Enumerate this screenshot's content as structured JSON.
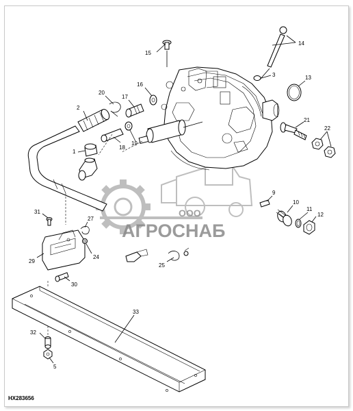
{
  "figure_code": "HX283656",
  "watermark": {
    "company_prefix": "ООО",
    "company_name": "АГРОСНАБ",
    "color": "#8a8a8a"
  },
  "callouts": [
    {
      "id": "c1",
      "text": "1"
    },
    {
      "id": "c2",
      "text": "2"
    },
    {
      "id": "c3",
      "text": "3"
    },
    {
      "id": "c5",
      "text": "5"
    },
    {
      "id": "c9",
      "text": "9"
    },
    {
      "id": "c10",
      "text": "10"
    },
    {
      "id": "c11",
      "text": "11"
    },
    {
      "id": "c12",
      "text": "12"
    },
    {
      "id": "c13",
      "text": "13"
    },
    {
      "id": "c14",
      "text": "14"
    },
    {
      "id": "c15",
      "text": "15"
    },
    {
      "id": "c16",
      "text": "16"
    },
    {
      "id": "c17",
      "text": "17"
    },
    {
      "id": "c18",
      "text": "18"
    },
    {
      "id": "c19",
      "text": "19"
    },
    {
      "id": "c20",
      "text": "20"
    },
    {
      "id": "c21",
      "text": "21"
    },
    {
      "id": "c22",
      "text": "22"
    },
    {
      "id": "c24",
      "text": "24"
    },
    {
      "id": "c25",
      "text": "25"
    },
    {
      "id": "c27",
      "text": "27"
    },
    {
      "id": "c29",
      "text": "29"
    },
    {
      "id": "c30",
      "text": "30"
    },
    {
      "id": "c31",
      "text": "31"
    },
    {
      "id": "c32",
      "text": "32"
    },
    {
      "id": "c33",
      "text": "33"
    }
  ]
}
